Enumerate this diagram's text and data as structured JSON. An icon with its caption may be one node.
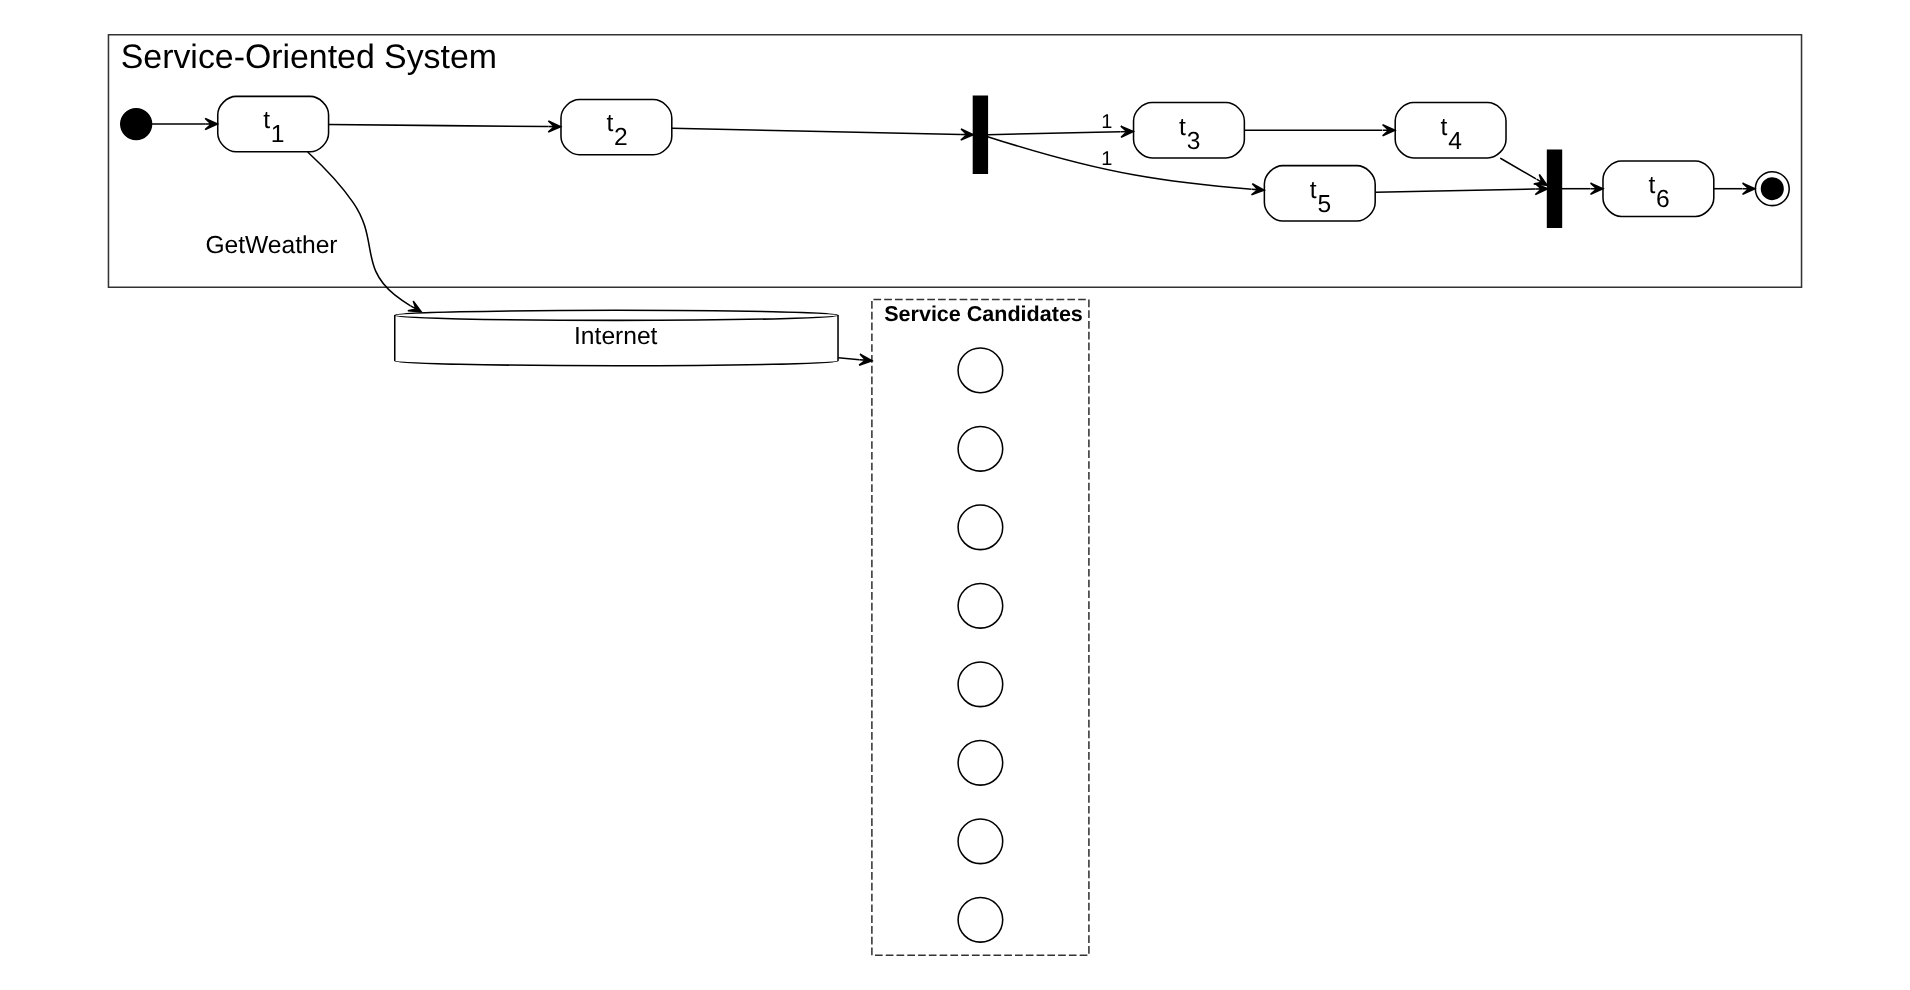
{
  "diagram": {
    "nodes": [
      {
        "text": [
          "Service-Oriented System"
        ]
      },
      {
        "text": [],
        "shape": "circle",
        "in": 0
      },
      {
        "text": [
          "t$_{1}$"
        ],
        "beside": [
          "GetWeather"
        ],
        "in": 0
      },
      {
        "text": [
          "t$_{2}$"
        ],
        "in": 0
      },
      {
        "text": [],
        "shape": "bar",
        "in": 0
      },
      {
        "text": [
          "t$_{5}$"
        ],
        "in": 0
      },
      {
        "text": [
          "t$_{3}$"
        ],
        "in": 0
      },
      {
        "text": [
          "t$_{4}$"
        ],
        "in": 0
      },
      {
        "text": [],
        "shape": "bar",
        "in": 0
      },
      {
        "text": [
          "t$_{6}$"
        ],
        "in": 0
      },
      {
        "text": [],
        "shape": "circle",
        "in": 0
      },
      {
        "text": [
          "Internet"
        ]
      },
      {
        "text": [
          "Service Candidates"
        ]
      },
      {
        "text": [],
        "shape": "circle",
        "in": 12
      },
      {
        "text": [],
        "shape": "circle",
        "in": 12
      },
      {
        "text": [],
        "shape": "circle",
        "in": 12
      },
      {
        "text": [],
        "shape": "circle",
        "in": 12
      },
      {
        "text": [],
        "shape": "circle",
        "in": 12
      },
      {
        "text": [],
        "shape": "circle",
        "in": 12
      },
      {
        "text": [],
        "shape": "circle",
        "in": 12
      },
      {
        "text": [],
        "shape": "circle",
        "in": 12
      }
    ],
    "edges": [
      {
        "from": 1,
        "to": 2,
        "arrow": "to"
      },
      {
        "from": 2,
        "to": 3,
        "arrow": "to"
      },
      {
        "from": 3,
        "to": 4,
        "arrow": "to"
      },
      {
        "from": 4,
        "to": 5,
        "label": "1",
        "arrow": "to"
      },
      {
        "from": 4,
        "to": 6,
        "label": "1",
        "arrow": "to"
      },
      {
        "from": 6,
        "to": 7,
        "arrow": "to"
      },
      {
        "from": 5,
        "to": 8,
        "arrow": "to"
      },
      {
        "from": 7,
        "to": 8,
        "arrow": "to"
      },
      {
        "from": 8,
        "to": 9,
        "arrow": "to"
      },
      {
        "from": 9,
        "to": 10,
        "arrow": "to"
      },
      {
        "from": 2,
        "to": 11,
        "arrow": "to"
      },
      {
        "from": 11,
        "to": 12,
        "arrow": "to"
      }
    ]
  }
}
